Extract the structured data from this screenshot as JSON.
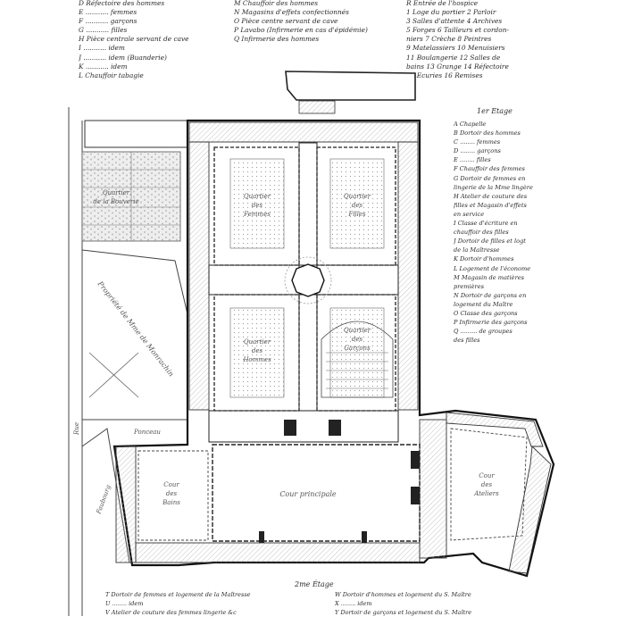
{
  "legend_top_left": [
    "D  Réfectoire des hommes",
    "E ........... femmes",
    "F ........... garçons",
    "G ........... filles",
    "H  Pièce centrale servant de cave",
    "I ........... idem",
    "J ........... idem (Buanderie)",
    "K ........... idem",
    "L  Chauffoir tabagie"
  ],
  "legend_top_mid": [
    "M  Chauffoir des hommes",
    "N  Magasins d'effets confectionnés",
    "O  Pièce centre servant de cave",
    "P  Lavabo (Infirmerie en cas d'épidémie)",
    "Q  Infirmerie des hommes"
  ],
  "legend_top_right": [
    "R  Entrée de l'hospice",
    "1 Loge du portier  2 Parloir",
    "3 Salles d'attente  4 Archives",
    "5 Forges  6 Tailleurs et cordon-",
    "niers  7 Crèche  8 Peintres",
    "9 Matelassiers  10 Menuisiers",
    "11 Boulangerie  12 Salles de",
    "bains  13 Grange  14 Réfectoire",
    "15 Ecuries  16 Remises"
  ],
  "etage1": {
    "title": "1er Étage",
    "lines": [
      "A  Chapelle",
      "B  Dortoir des hommes",
      "C ........ femmes",
      "D ........ garçons",
      "E ........ filles",
      "F  Chauffoir des femmes",
      "G  Dortoir de femmes en",
      "lingerie de la Mme lingère",
      "H  Atelier de couture des",
      "filles et Magasin d'effets",
      "en service",
      "I  Classe d'écriture en",
      "chauffoir des filles",
      "J  Dortoir de filles et logt",
      "de la Maîtresse",
      "K  Dortoir d'hommes",
      "L  Logement de l'économe",
      "M  Magasin de matières",
      "premières",
      "N  Dortoir de garçons en",
      "logement du Maître",
      "O  Classe des garçons",
      "P  Infirmerie des garçons",
      "Q ......... de groupes",
      "des filles"
    ]
  },
  "etage2": {
    "title": "2me Étage",
    "left": [
      "T  Dortoir de femmes et logement de la Maîtresse",
      "U ........ idem",
      "V  Atelier de couture des femmes lingerie &c"
    ],
    "right": [
      "W  Dortoir d'hommes et logement du S. Maître",
      "X ........ idem",
      "Y  Dortoir de garçons et logement du S. Maître"
    ]
  },
  "plan_labels": {
    "quartier_femmes": [
      "Quartier",
      "des",
      "Femmes"
    ],
    "quartier_filles": [
      "Quartier",
      "des",
      "Filles"
    ],
    "quartier_garcons": [
      "Quartier",
      "des",
      "Garçons"
    ],
    "quartier_hommes": [
      "Quartier",
      "des",
      "Hommes"
    ],
    "quartier_bourget": [
      "Quartier",
      "de la Bouverie"
    ],
    "cour_principale": "Cour principale",
    "cour_bains": [
      "Cour",
      "des",
      "Bains"
    ],
    "cour_ateliers": [
      "Cour",
      "des",
      "Ateliers"
    ],
    "propriete": "Propriété de Mme de Monrachin",
    "rue_left": "Rue",
    "rue_bottom": "Ponceau",
    "rue_faub": "Faubourg"
  }
}
